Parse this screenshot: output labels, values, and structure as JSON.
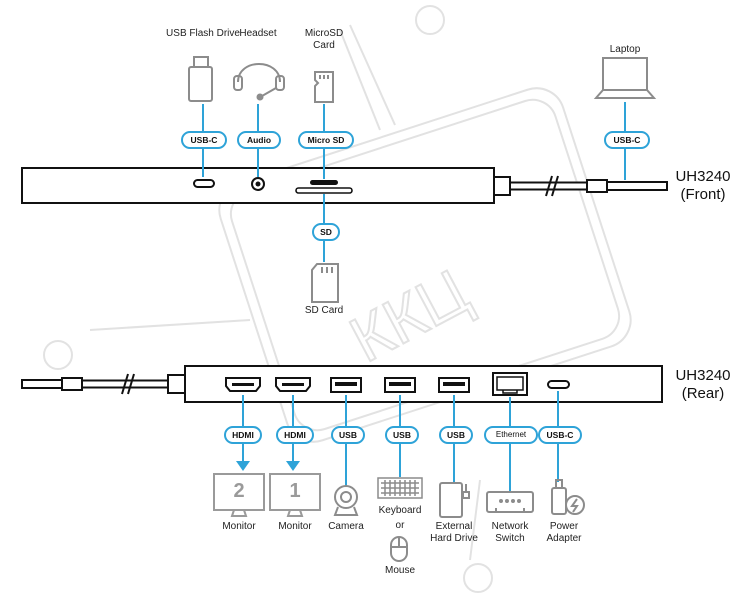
{
  "front": {
    "model": "UH3240",
    "side": "(Front)",
    "devices": {
      "usb_flash": "USB Flash Drive",
      "headset": "Headset",
      "microsd": "MicroSD Card",
      "laptop": "Laptop",
      "sd_card": "SD Card"
    },
    "ports": {
      "usbc": "USB-C",
      "audio": "Audio",
      "microsd": "Micro SD",
      "sd": "SD",
      "laptop_usbc": "USB-C"
    }
  },
  "rear": {
    "model": "UH3240",
    "side": "(Rear)",
    "ports": {
      "hdmi1": "HDMI",
      "hdmi2": "HDMI",
      "usb1": "USB",
      "usb2": "USB",
      "usb3": "USB",
      "ethernet": "Ethernet",
      "usbc": "USB-C"
    },
    "devices": {
      "monitor2": "Monitor",
      "monitor2_num": "2",
      "monitor1": "Monitor",
      "monitor1_num": "1",
      "camera": "Camera",
      "keyboard": "Keyboard",
      "or": "or",
      "mouse": "Mouse",
      "hard_drive": "External Hard Drive",
      "network_switch": "Network Switch",
      "power_adapter": "Power Adapter"
    }
  },
  "colors": {
    "accent": "#2ea3d8",
    "line": "#222222",
    "icon": "#8c8c8c",
    "watermark": "#e0e0e0"
  }
}
